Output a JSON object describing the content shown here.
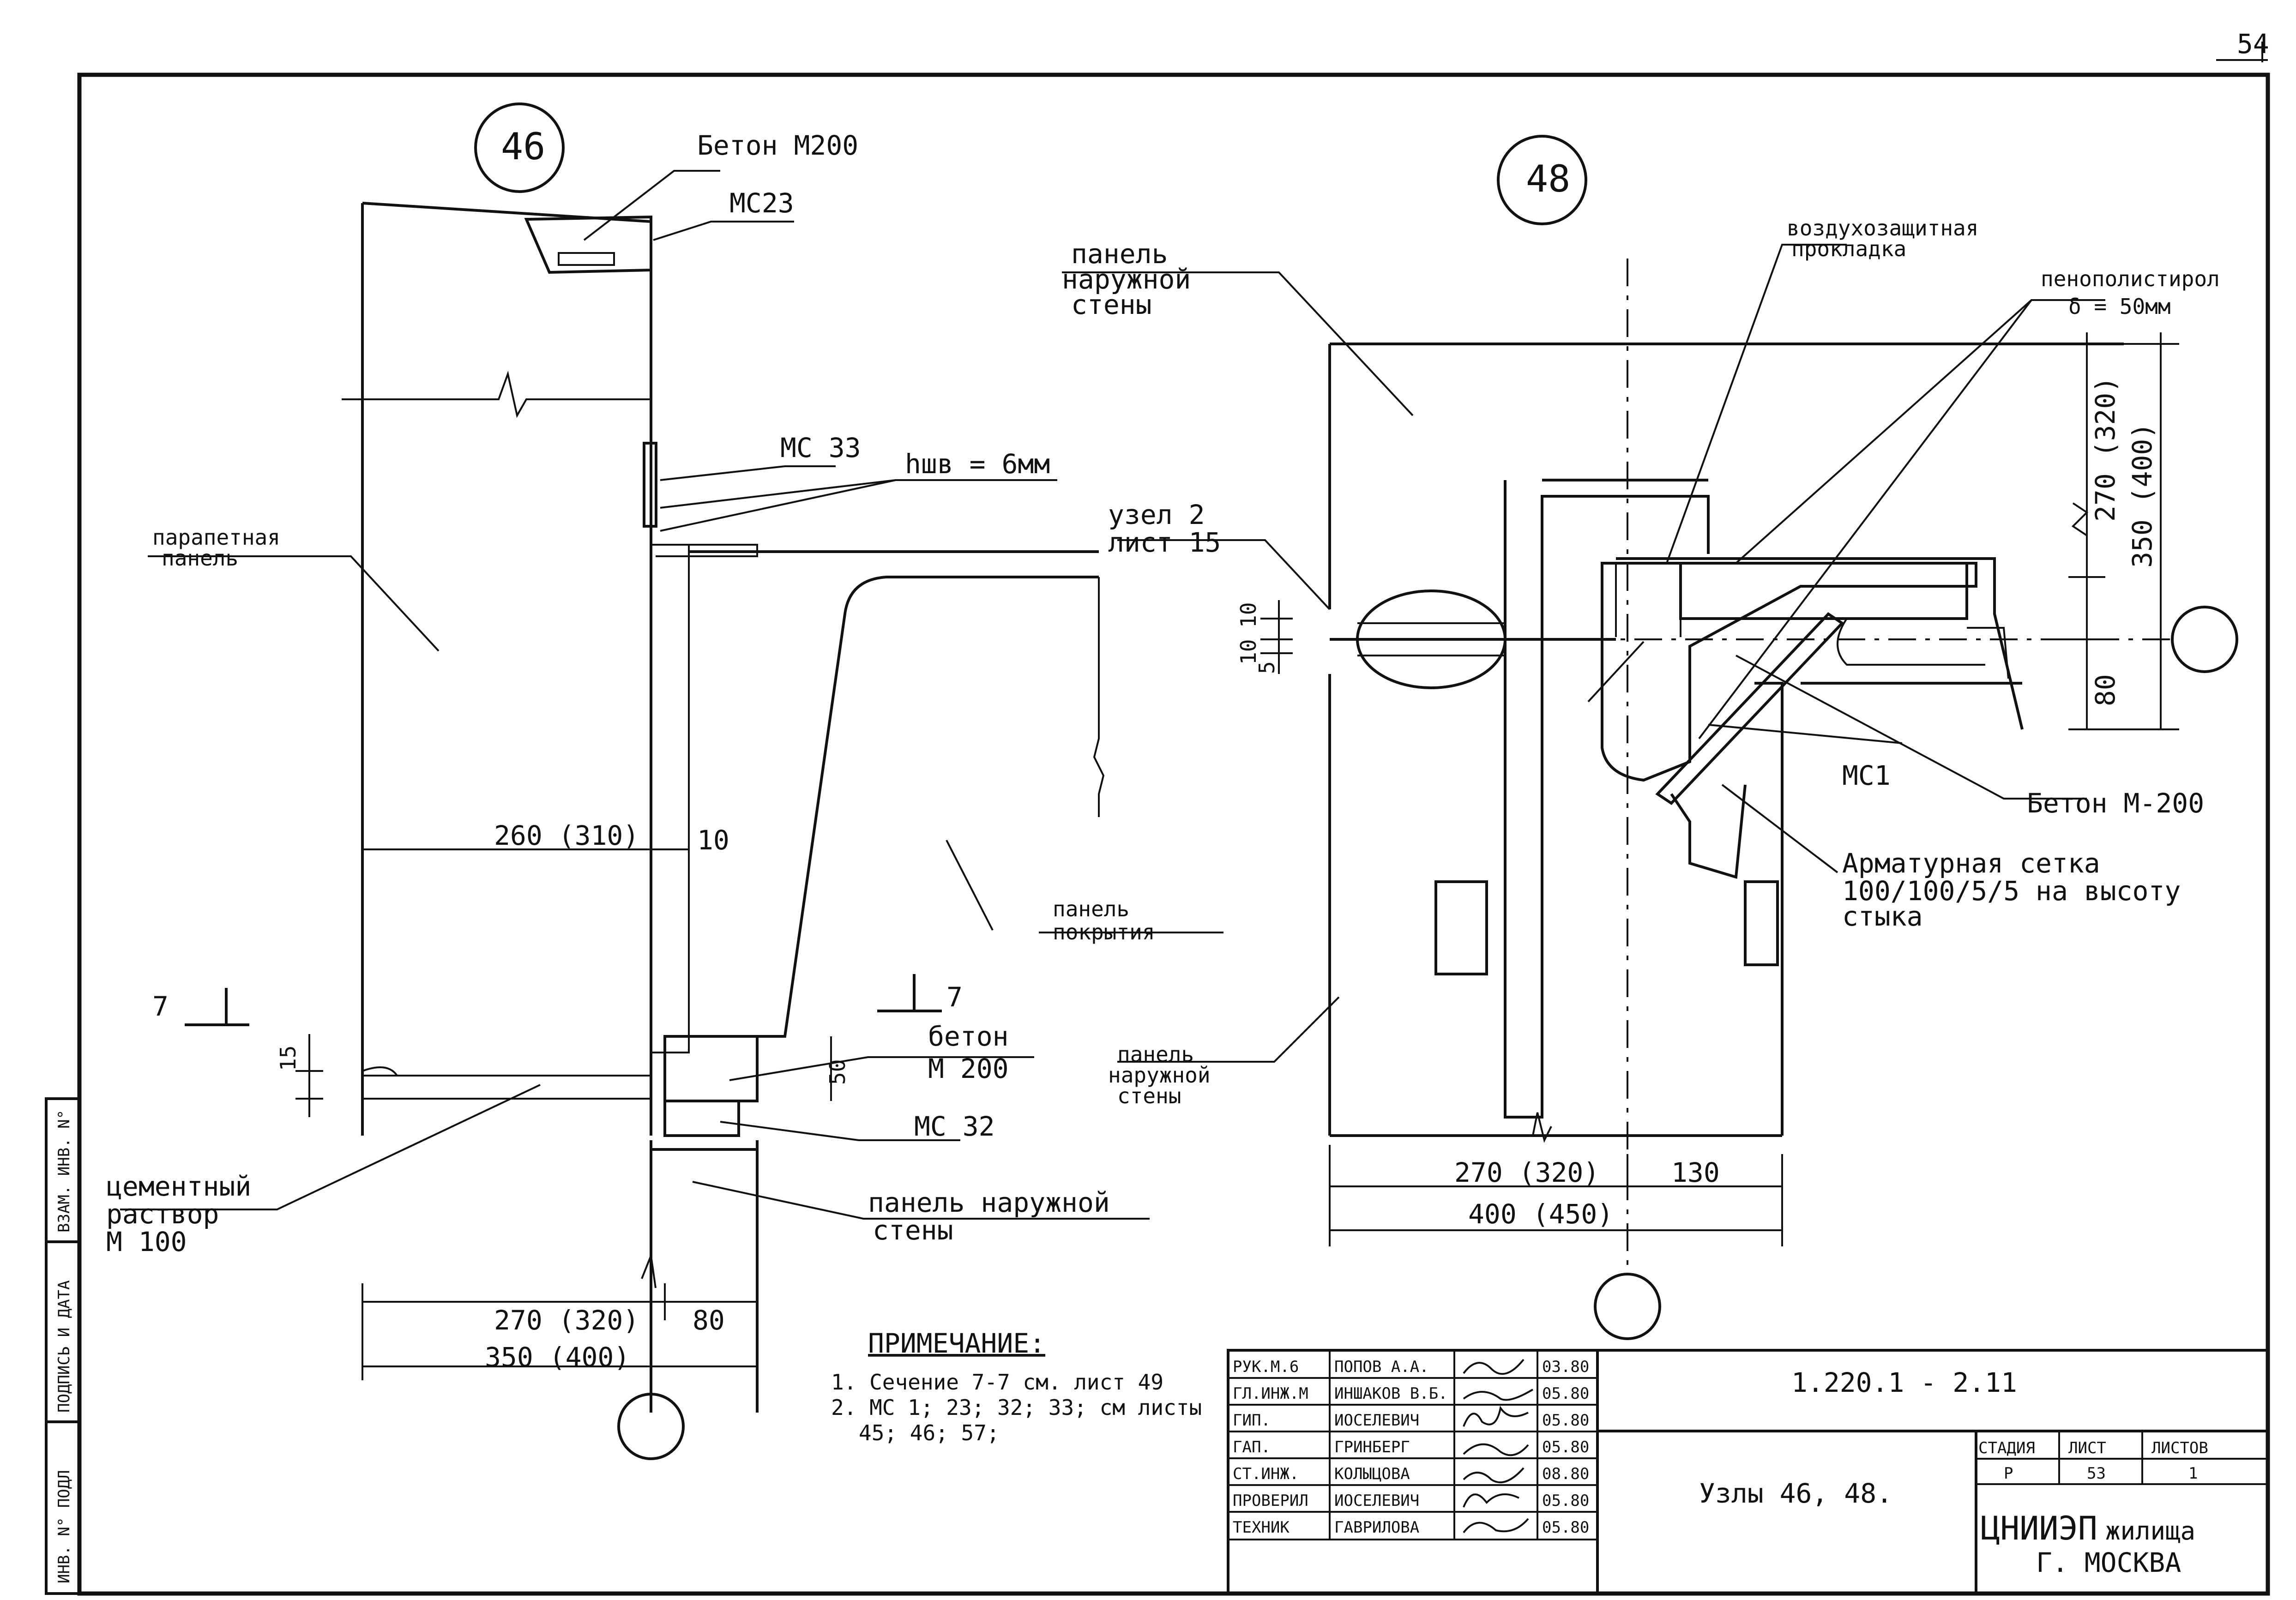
{
  "sheet": {
    "page_number": "54",
    "left_strip": [
      "ИНВ. N° ПОДЛ",
      "ПОДПИСЬ И ДАТА",
      "ВЗАМ. ИНВ. N°"
    ]
  },
  "node46": {
    "number": "46",
    "labels": {
      "beton_top": "Бетон М200",
      "ms23": "МС23",
      "parapet_panel_1": "парапетная",
      "parapet_panel_2": "панель",
      "ms33": "МС 33",
      "weld": "hшв = 6мм",
      "uzel_1": "узел 2",
      "uzel_2": "лист 15",
      "roof_panel_1": "панель",
      "roof_panel_2": "покрытия",
      "dim_260": "260 (310)",
      "dim_10": "10",
      "section_left": "7",
      "section_right": "7",
      "dim_15": "15",
      "dim_50": "50",
      "beton_m200_1": "бетон",
      "beton_m200_2": "М 200",
      "ms32": "МС 32",
      "mortar_1": "цементный",
      "mortar_2": "раствор",
      "mortar_3": "М 100",
      "ext_wall_1": "панель наружной",
      "ext_wall_2": "стены",
      "dim_270": "270 (320)",
      "dim_80": "80",
      "dim_350": "350 (400)"
    }
  },
  "node48": {
    "number": "48",
    "labels": {
      "ext_wall_top_1": "панель",
      "ext_wall_top_2": "наружной",
      "ext_wall_top_3": "стены",
      "air_1": "воздухозащитная",
      "air_2": "прокладка",
      "foam_1": "пенополистирол",
      "foam_2": "δ = 50мм",
      "dim_270v": "270 (320)",
      "dim_350v": "350 (400)",
      "dim_80v": "80",
      "dim_10a": "10",
      "dim_10b": "10",
      "dim_5": "5",
      "ms1": "МС1",
      "beton": "Бетон М-200",
      "mesh_1": "Арматурная сетка",
      "mesh_2": "100/100/5/5 на высоту",
      "mesh_3": "стыка",
      "ext_wall_bot_1": "панель",
      "ext_wall_bot_2": "наружной",
      "ext_wall_bot_3": "стены",
      "dim_270h": "270 (320)",
      "dim_130": "130",
      "dim_400": "400 (450)"
    }
  },
  "notes": {
    "title": "ПРИМЕЧАНИЕ:",
    "line1": "1. Сечение 7-7 см. лист 49",
    "line2": "2. МС 1; 23; 32; 33; см листы",
    "line3": "45; 46; 57;"
  },
  "title_block": {
    "roles": [
      "РУК.М.6",
      "ГЛ.ИНЖ.М",
      "ГИП.",
      "ГАП.",
      "СТ.ИНЖ.",
      "ПРОВЕРИЛ",
      "ТЕХНИК"
    ],
    "names": [
      "ПОПОВ А.А.",
      "ИНШАКОВ В.Б.",
      "ИОСЕЛЕВИЧ",
      "ГРИНБЕРГ",
      "КОЛЫЦОВА",
      "ИОСЕЛЕВИЧ",
      "ГАВРИЛОВА"
    ],
    "dates": [
      "03.80",
      "05.80",
      "05.80",
      "05.80",
      "08.80",
      "05.80",
      "05.80"
    ],
    "code": "1.220.1 - 2.11",
    "title": "Узлы 46, 48.",
    "stage_header": "СТАДИЯ",
    "sheet_header": "ЛИСТ",
    "sheets_header": "ЛИСТОВ",
    "stage": "Р",
    "sheet": "53",
    "sheets": "1",
    "org_1": "ЦНИИЭП",
    "org_2": "жилища",
    "city": "Г. МОСКВА"
  }
}
